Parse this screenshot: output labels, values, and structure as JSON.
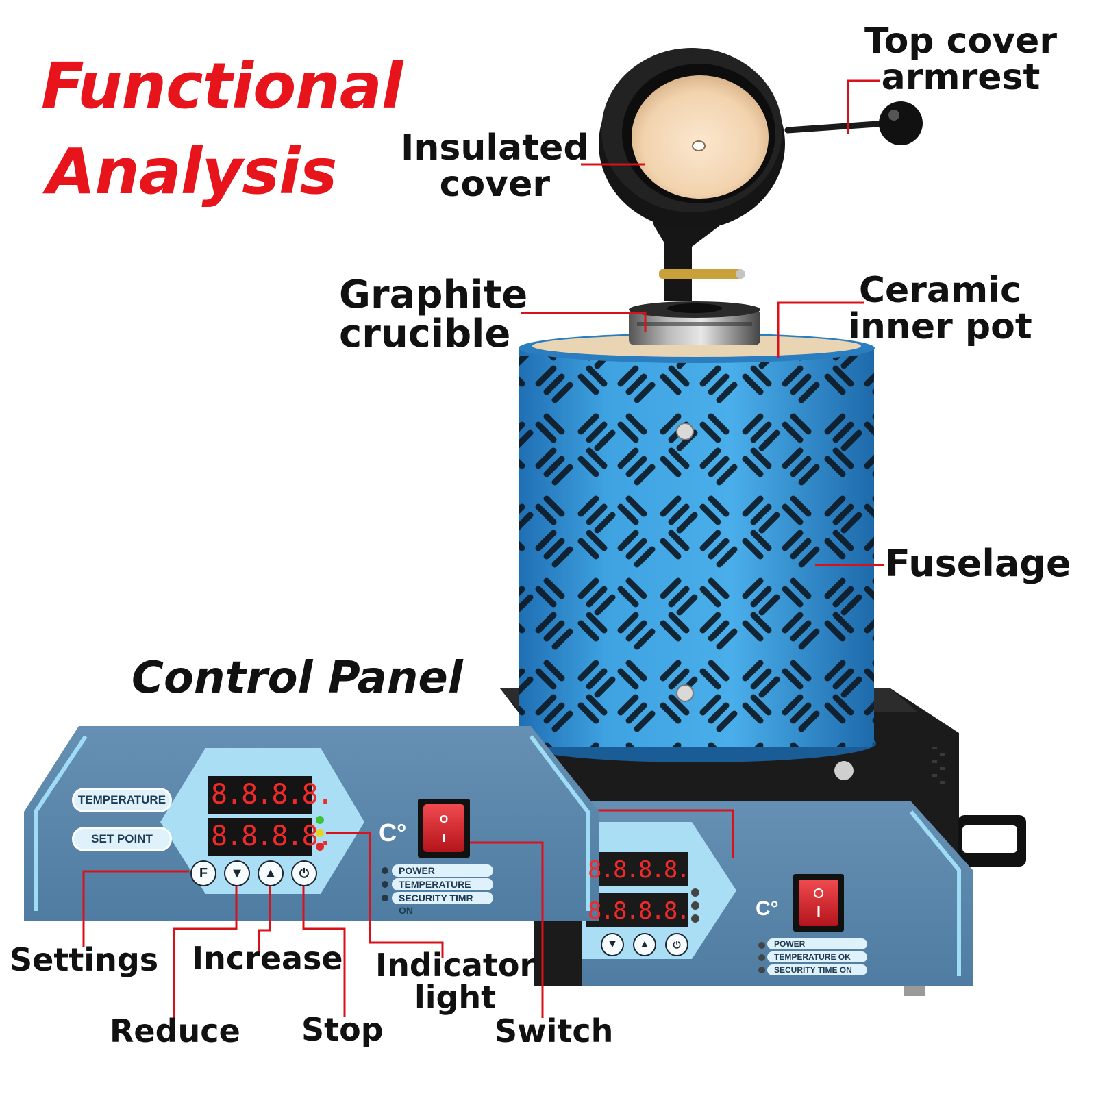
{
  "title": {
    "line1": "Functional",
    "line2": "Analysis"
  },
  "section_title": "Control Panel",
  "callouts": {
    "top_cover_armrest": [
      "Top cover",
      "armrest"
    ],
    "insulated_cover": [
      "Insulated",
      "cover"
    ],
    "graphite_crucible": [
      "Graphite",
      "crucible"
    ],
    "ceramic_inner_pot": [
      "Ceramic",
      "inner pot"
    ],
    "fuselage": "Fuselage",
    "settings": "Settings",
    "increase": "Increase",
    "indicator_light": [
      "Indicator",
      "light"
    ],
    "reduce": "Reduce",
    "stop": "Stop",
    "switch": "Switch"
  },
  "panel": {
    "temperature_label": "TEMPERATURE",
    "set_point_label": "SET POINT",
    "display_top": "8.8.8.8.",
    "display_bottom": "8.8.8.8.",
    "unit": "C°",
    "buttons": {
      "settings": "F",
      "reduce": "▼",
      "increase": "▲",
      "stop": "⏻"
    },
    "switch_marks": [
      "O",
      "I"
    ],
    "indicators": [
      "POWER",
      "TEMPERATURE OK",
      "SECURITY TIMR ON"
    ],
    "indicators_base": [
      "POWER",
      "TEMPERATURE OK",
      "SECURITY TIME ON"
    ]
  },
  "colors": {
    "label_red": "#e8141b",
    "leader_red": "#d8121a",
    "fuselage_blue": "#3a9fde",
    "panel_blue": "#5b87ab",
    "panel_light": "#a9def5",
    "switch_red": "#d8232a",
    "black": "#1a1a1a"
  }
}
